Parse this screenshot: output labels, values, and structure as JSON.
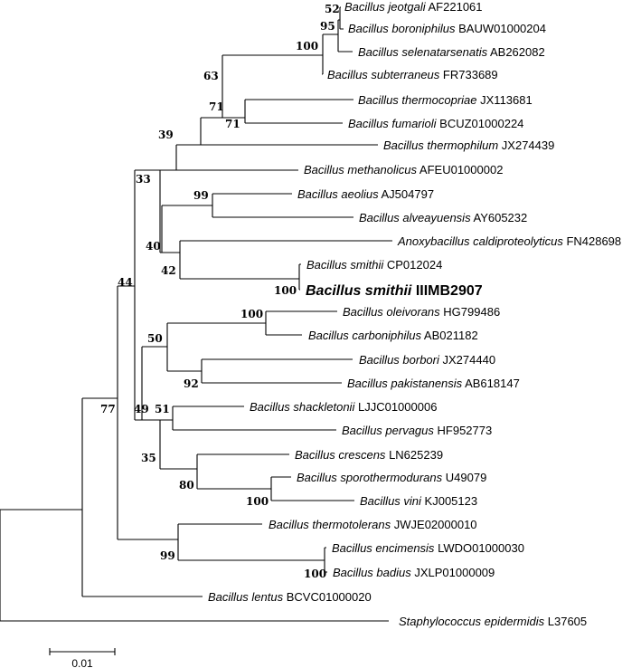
{
  "taxa": {
    "jeotgali": {
      "species": "Bacillus jeotgali",
      "accession": "AF221061"
    },
    "boroniphilus": {
      "species": "Bacillus boroniphilus",
      "accession": "BAUW01000204"
    },
    "selenatarsenatis": {
      "species": "Bacillus selenatarsenatis",
      "accession": "AB262082"
    },
    "subterraneus": {
      "species": "Bacillus subterraneus",
      "accession": "FR733689"
    },
    "thermocopriae": {
      "species": "Bacillus thermocopriae",
      "accession": "JX113681"
    },
    "fumarioli": {
      "species": "Bacillus fumarioli",
      "accession": "BCUZ01000224"
    },
    "thermophilum": {
      "species": "Bacillus thermophilum",
      "accession": "JX274439"
    },
    "methanolicus": {
      "species": "Bacillus methanolicus",
      "accession": "AFEU01000002"
    },
    "aeolius": {
      "species": "Bacillus aeolius",
      "accession": "AJ504797"
    },
    "alveayuensis": {
      "species": "Bacillus alveayuensis",
      "accession": "AY605232"
    },
    "caldiproteolyticus": {
      "species": "Anoxybacillus caldiproteolyticus",
      "accession": "FN428698"
    },
    "smithii_ref": {
      "species": "Bacillus smithii",
      "accession": "CP012024"
    },
    "smithii_new": {
      "species": "Bacillus smithii",
      "accession": "IIIMB2907"
    },
    "oleivorans": {
      "species": "Bacillus oleivorans",
      "accession": "HG799486"
    },
    "carboniphilus": {
      "species": "Bacillus carboniphilus",
      "accession": "AB021182"
    },
    "borbori": {
      "species": "Bacillus borbori",
      "accession": "JX274440"
    },
    "pakistanensis": {
      "species": "Bacillus pakistanensis",
      "accession": "AB618147"
    },
    "shackletonii": {
      "species": "Bacillus shackletonii",
      "accession": "LJJC01000006"
    },
    "pervagus": {
      "species": "Bacillus pervagus",
      "accession": "HF952773"
    },
    "crescens": {
      "species": "Bacillus crescens",
      "accession": "LN625239"
    },
    "sporothermodurans": {
      "species": "Bacillus sporothermodurans",
      "accession": "U49079"
    },
    "vini": {
      "species": "Bacillus vini",
      "accession": "KJ005123"
    },
    "thermotolerans": {
      "species": "Bacillus thermotolerans",
      "accession": "JWJE02000010"
    },
    "encimensis": {
      "species": "Bacillus encimensis",
      "accession": "LWDO01000030"
    },
    "badius": {
      "species": "Bacillus badius",
      "accession": "JXLP01000009"
    },
    "lentus": {
      "species": "Bacillus lentus",
      "accession": "BCVC01000020"
    },
    "epidermidis": {
      "species": "Staphylococcus epidermidis",
      "accession": "L37605"
    }
  },
  "bootstrap": {
    "jeo_boro": "52",
    "jeo_boro_sel": "95",
    "subterraneus_clade": "100",
    "thermocopriae_fumarioli": "71",
    "upper_clade": "63",
    "upper_plus_thermophilum": "71",
    "upper_plus_methanolicus": "39",
    "aeolius_alveayuensis": "99",
    "smithii_pair": "100",
    "anoxy_smithii": "42",
    "aeolius_smithii_group": "40",
    "methanolicus_group": "33",
    "oleivorans_carboniphilus": "100",
    "borbori_pakistanensis": "92",
    "oleivorans_borbori": "50",
    "shackletonii_pervagus": "51",
    "sporo_vini": "100",
    "crescens_group": "80",
    "shackletonii_crescens": "35",
    "lower_middle": "49",
    "ingroup_core": "44",
    "encimensis_badius": "100",
    "thermotolerans_group": "99",
    "ingroup": "77"
  },
  "scale_bar": {
    "label": "0.01"
  }
}
